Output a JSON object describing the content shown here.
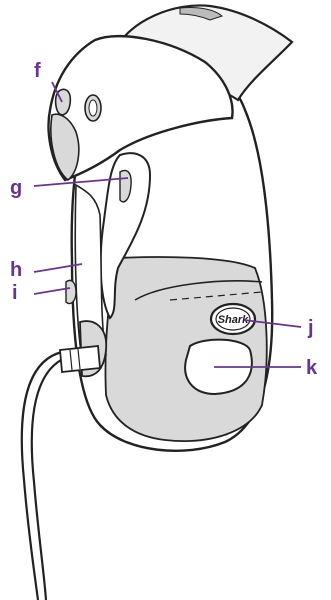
{
  "colors": {
    "outline": "#222222",
    "body_fill": "#ffffff",
    "shade_fill": "#d9d9d9",
    "head_fill": "#f2f2f2",
    "callout": "#6a3296"
  },
  "brand_logo_text": "Shark",
  "callouts": [
    {
      "id": "f",
      "label": "f"
    },
    {
      "id": "g",
      "label": "g"
    },
    {
      "id": "h",
      "label": "h"
    },
    {
      "id": "i",
      "label": "i"
    },
    {
      "id": "j",
      "label": "j"
    },
    {
      "id": "k",
      "label": "k"
    }
  ]
}
